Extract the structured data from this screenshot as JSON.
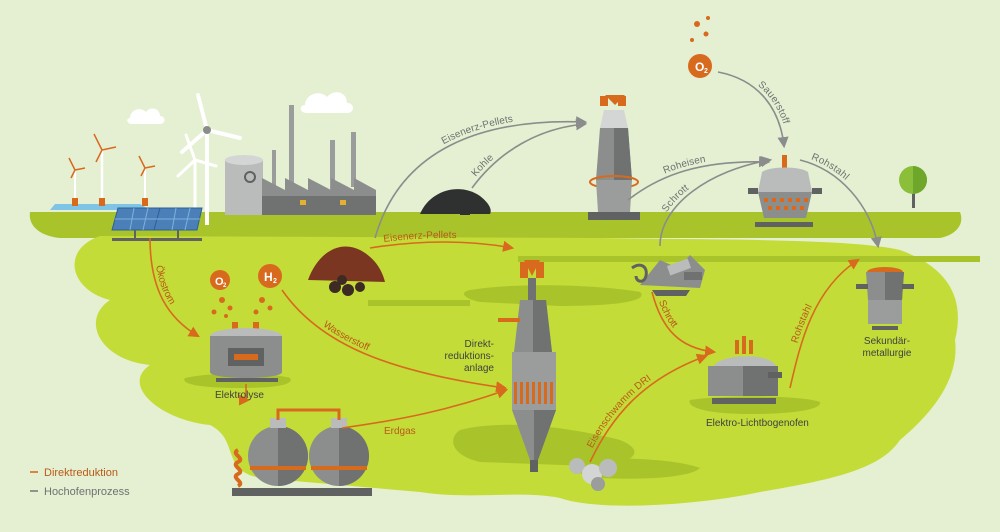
{
  "colors": {
    "background": "#e5efd2",
    "ground": "#c4dc38",
    "ground_dark": "#a9c42b",
    "orange": "#d86a1e",
    "gray_arrow": "#8a8d8c",
    "label_orange": "#b85a18",
    "label_gray": "#6e7271",
    "machine_gray": "#8b8e8d",
    "machine_light": "#b9bcbb",
    "machine_dark": "#5f6261"
  },
  "labels": {
    "eisenerz_pellets_top": "Eisenerz-Pellets",
    "kohle": "Kohle",
    "sauerstoff": "Sauerstoff",
    "roheisen": "Roheisen",
    "schrott_top": "Schrott",
    "rohstahl_top": "Rohstahl",
    "eisenerz_pellets_mid": "Eisenerz-Pellets",
    "oekostrom": "Ökostrom",
    "wasserstoff": "Wasserstoff",
    "schrott_mid": "Schrott",
    "rohstahl_right": "Rohstahl",
    "erdgas": "Erdgas",
    "eisenschwamm": "Eisenschwamm DRI",
    "elektrolyse": "Elektrolyse",
    "direktreduktion_line1": "Direkt-",
    "direktreduktion_line2": "reduktions-",
    "direktreduktion_line3": "anlage",
    "lichtbogenofen": "Elektro-Lichtbogenofen",
    "sekundar_line1": "Sekundär-",
    "sekundar_line2": "metallurgie",
    "o2_main": "O",
    "o2_sub": "2",
    "h2_main": "H",
    "h2_sub": "2",
    "o2_top_main": "O",
    "o2_top_sub": "2"
  },
  "legend": {
    "items": [
      {
        "label": "Direktreduktion",
        "color": "#d86a1e"
      },
      {
        "label": "Hochofenprozess",
        "color": "#7a7e7d"
      }
    ]
  }
}
